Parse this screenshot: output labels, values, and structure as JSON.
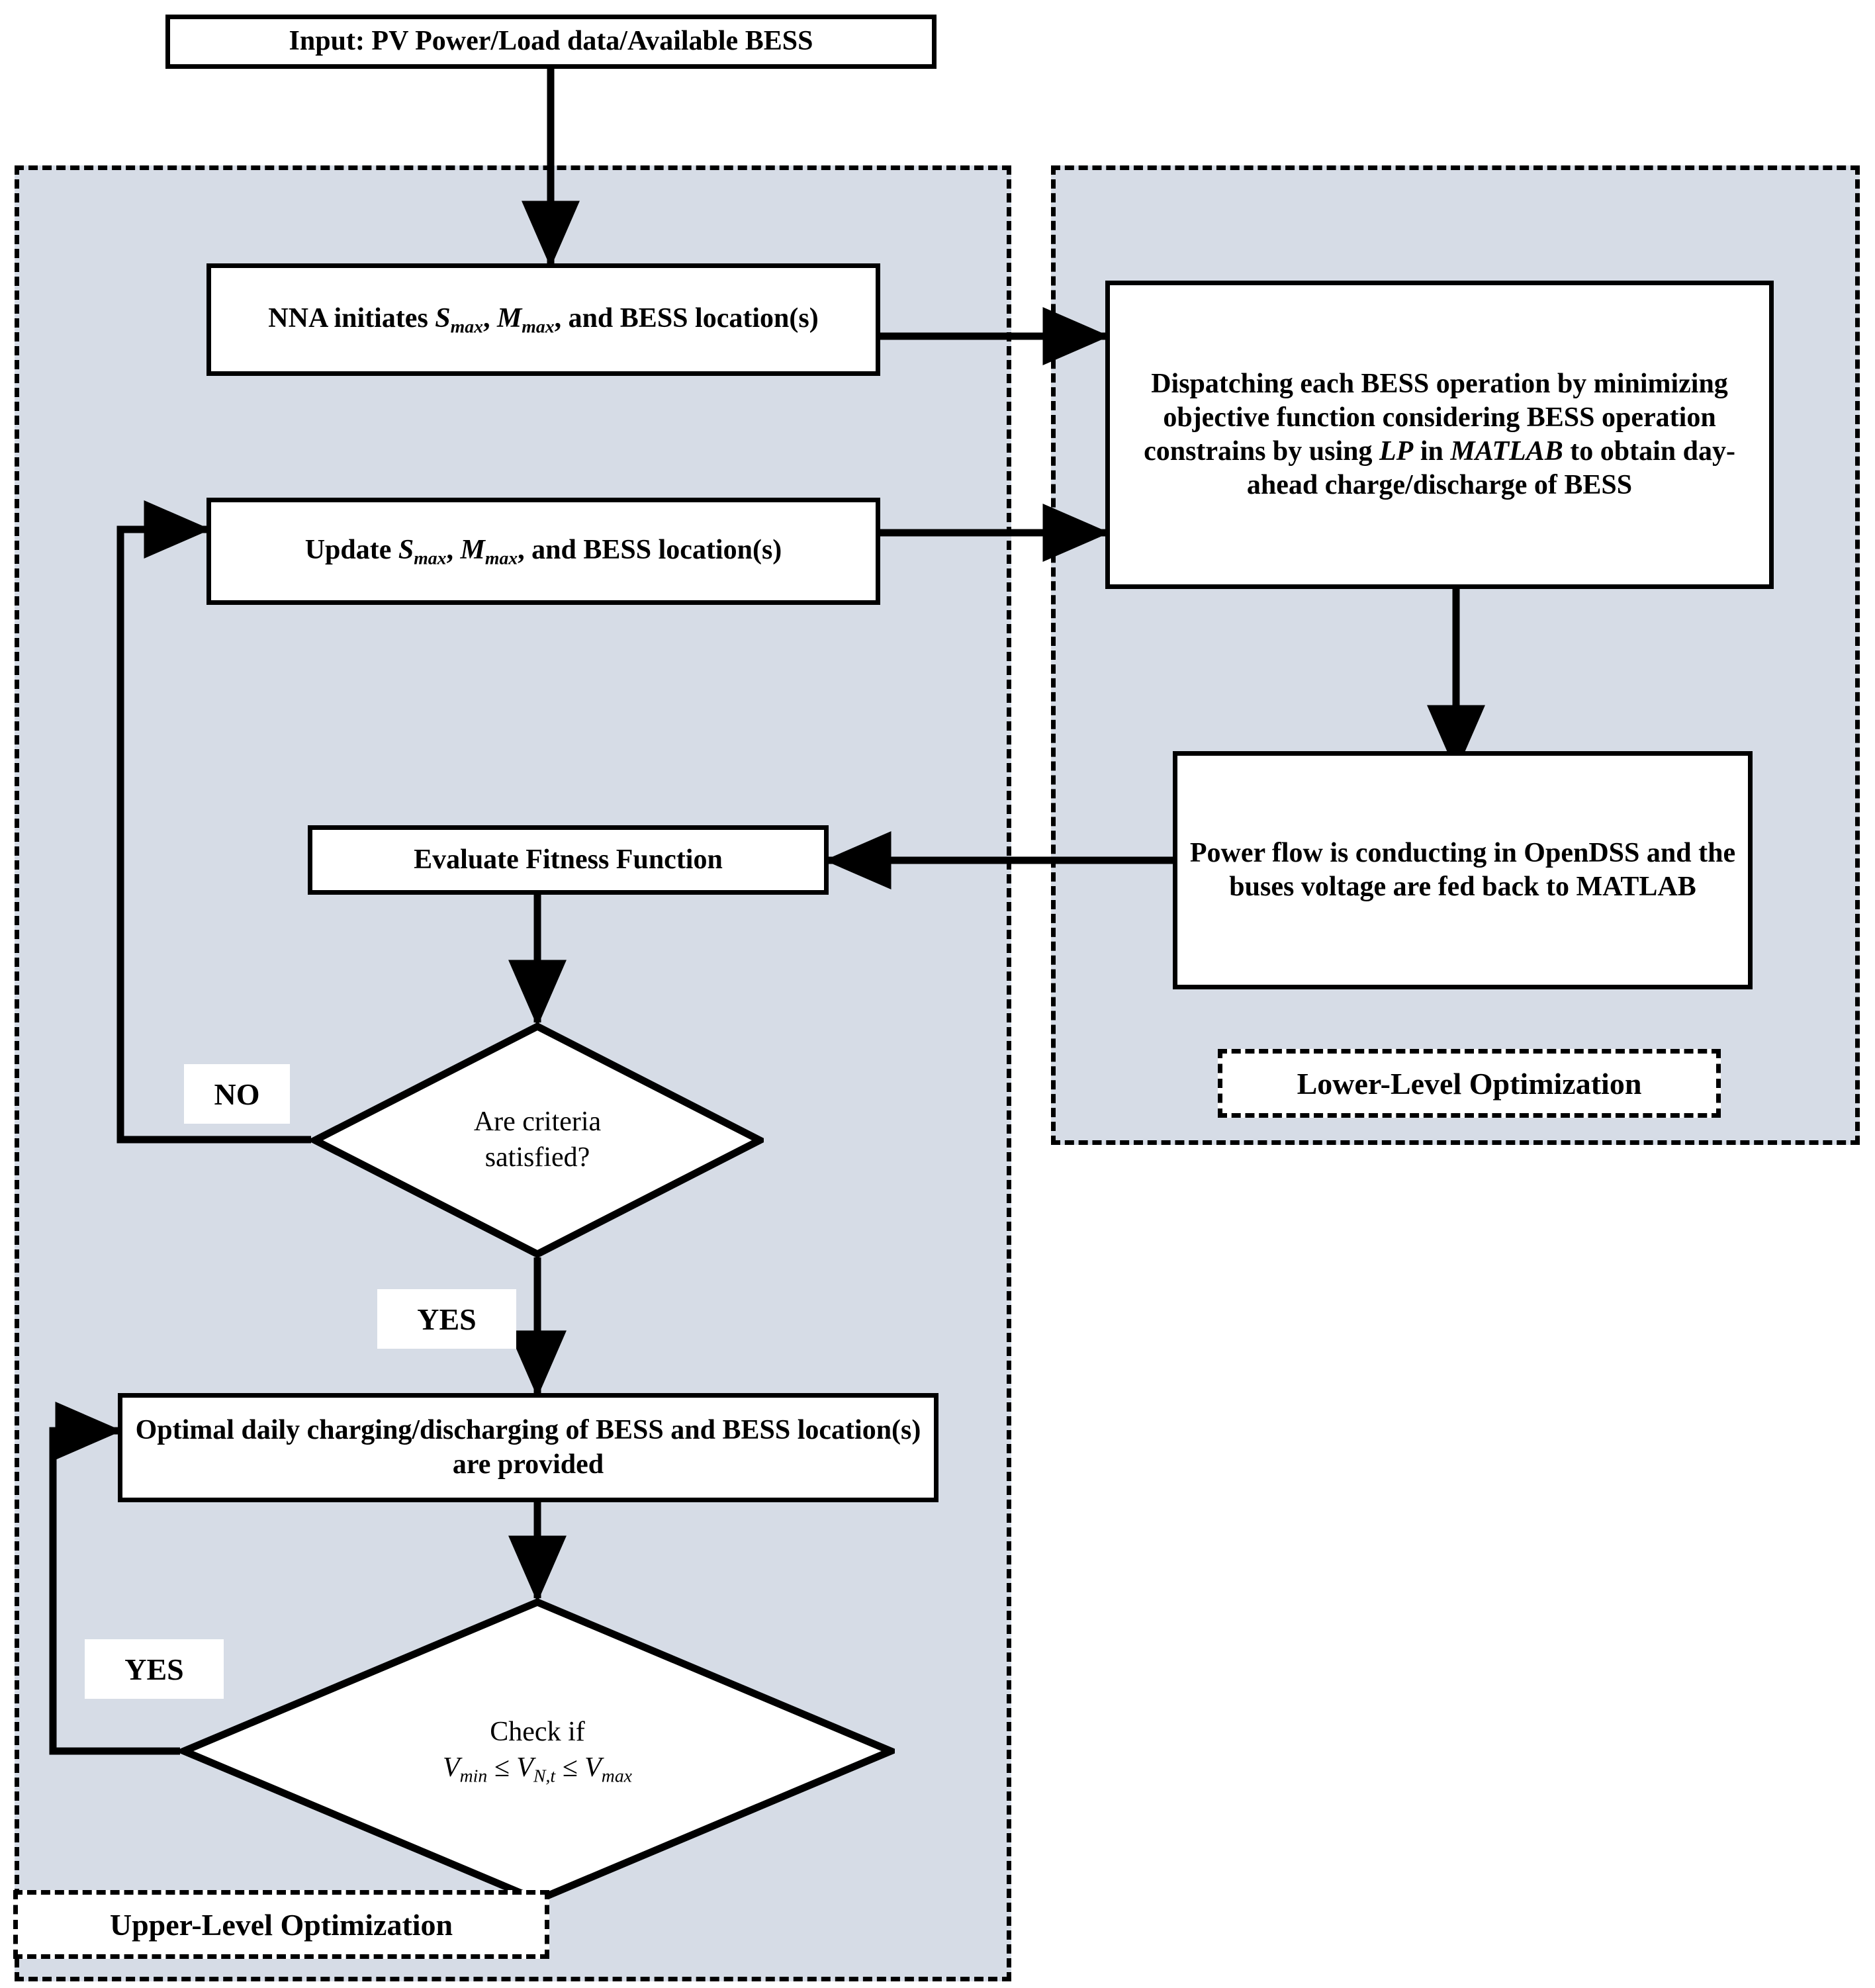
{
  "figure": {
    "type": "flowchart",
    "title": "Bi-level optimization flowchart for BESS sizing, siting and dispatch",
    "background_color": "#ffffff",
    "panel_fill_color": "#d6dce6",
    "line_color": "#000000"
  },
  "nodes": {
    "input": {
      "label": "Input: PV Power/Load data/Available BESS"
    },
    "nna_initiate": {
      "prefix": "NNA initiates ",
      "var1": "S",
      "var1_sub": "max",
      "sep1": ", ",
      "var2": "M",
      "var2_sub": "max",
      "suffix": ", and BESS location(s)"
    },
    "update": {
      "prefix": "Update ",
      "var1": "S",
      "var1_sub": "max",
      "sep1": ", ",
      "var2": "M",
      "var2_sub": "max",
      "suffix": ", and BESS location(s)"
    },
    "dispatch": {
      "part1": "Dispatching each BESS operation by minimizing objective function considering BESS operation constrains by using ",
      "italic1": "LP",
      "part2": " in ",
      "italic2": "MATLAB",
      "part3": " to obtain day-ahead charge/discharge of BESS"
    },
    "powerflow": {
      "label": "Power flow is conducting in OpenDSS and the buses voltage are fed back to MATLAB"
    },
    "evaluate_fitness": {
      "label": "Evaluate Fitness Function"
    },
    "criteria_decision": {
      "line1": "Are criteria",
      "line2": "satisfied?"
    },
    "optimal_result": {
      "label": "Optimal daily charging/discharging of BESS and BESS location(s) are provided"
    },
    "voltage_decision": {
      "line1": "Check if",
      "v_min": "V",
      "v_min_sub": "min",
      "op1": " ≤ ",
      "v_nt": "V",
      "v_nt_sub": "N,t",
      "op2": " ≤ ",
      "v_max": "V",
      "v_max_sub": "max"
    }
  },
  "panels": {
    "upper": {
      "caption": "Upper-Level Optimization"
    },
    "lower": {
      "caption": "Lower-Level Optimization"
    }
  },
  "edge_labels": {
    "criteria_no": "NO",
    "criteria_yes": "YES",
    "voltage_yes": "YES"
  }
}
